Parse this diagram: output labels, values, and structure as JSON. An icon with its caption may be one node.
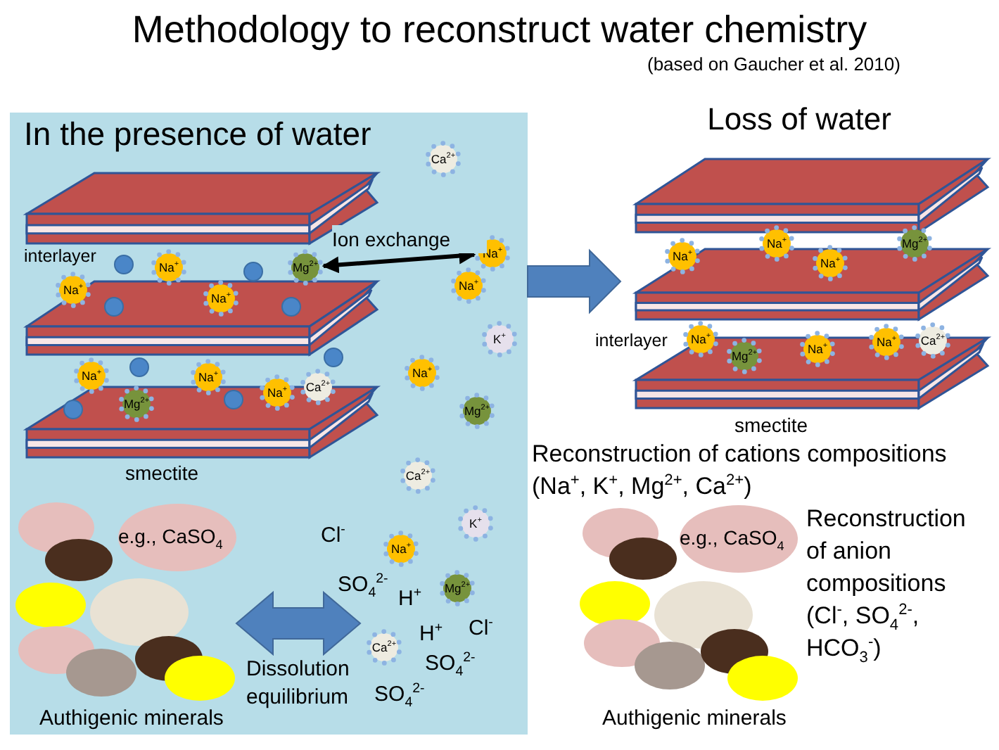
{
  "diagram": {
    "title": "Methodology to reconstruct water chemistry",
    "nodes": [
      {
        "text": [
          "In the presence of water"
        ]
      },
      {
        "text": [
          "Ca$^{2+}$"
        ],
        "in": 0
      },
      {
        "text": [
          "Na$^{+}$"
        ],
        "in": 0
      },
      {
        "text": [
          "Na$^{+}$"
        ],
        "in": 0
      },
      {
        "text": [
          "Mg$^{2+}$"
        ],
        "in": 0
      },
      {
        "text": [
          "Na$^{+}$"
        ],
        "in": 0
      },
      {
        "text": [
          "Na$^{+}$"
        ],
        "in": 0
      },
      {
        "text": [
          "Na$^{+}$"
        ],
        "in": 0
      },
      {
        "text": [
          "K$^{+}$"
        ],
        "in": 0
      },
      {
        "text": [
          "Na$^{+}$"
        ],
        "in": 0
      },
      {
        "text": [
          "Na$^{+}$"
        ],
        "in": 0
      },
      {
        "text": [
          "Na$^{+}$"
        ],
        "in": 0
      },
      {
        "text": [
          "Ca$^{2+}$"
        ],
        "in": 0
      },
      {
        "text": [
          "Na$^{+}$"
        ],
        "in": 0
      },
      {
        "text": [
          "Mg$^{2+}$"
        ],
        "in": 0
      },
      {
        "text": [
          "Mg$^{2+}$"
        ],
        "in": 0
      },
      {
        "text": [
          "Ca$^{2+}$"
        ],
        "in": 0
      },
      {
        "text": [
          "K$^{+}$"
        ],
        "in": 0
      },
      {
        "text": [
          "Na$^{+}$"
        ],
        "in": 0
      },
      {
        "text": [
          "Mg$^{2+}$"
        ],
        "in": 0
      },
      {
        "text": [
          "Ca$^{2+}$"
        ],
        "in": 0
      },
      {
        "text": [],
        "shape": "picture",
        "in": 0,
        "beside": [
          "Authigenic minerals"
        ]
      },
      {
        "text": [
          "e.g., CaSO$_{4}$"
        ],
        "in": 21
      },
      {
        "text": [
          "Na$^{+}$"
        ]
      },
      {
        "text": [
          "Mg$^{2+}$"
        ]
      },
      {
        "text": [
          "Na$^{+}$"
        ]
      },
      {
        "text": [
          "Na$^{+}$"
        ]
      },
      {
        "text": [
          "Na$^{+}$"
        ]
      },
      {
        "text": [
          "Ca$^{2+}$"
        ]
      },
      {
        "text": [
          "Na$^{+}$"
        ]
      },
      {
        "text": [
          "Na$^{+}$"
        ]
      },
      {
        "text": [
          "Mg$^{2+}$"
        ]
      },
      {
        "text": [],
        "shape": "picture",
        "beside": [
          "Authigenic minerals"
        ]
      },
      {
        "text": [
          "e.g., CaSO$_{4}$"
        ],
        "in": 32
      }
    ],
    "edges": [
      {
        "from": 4,
        "to": 2,
        "arrow": "both",
        "label": "Ion exchange"
      },
      {
        "from": 21,
        "to": null,
        "arrow": "both",
        "label": "Dissolution equilibrium",
        "style": "thick",
        "color": "#4f81bd"
      },
      {
        "from": 0,
        "to": null,
        "arrow": "to",
        "style": "thick",
        "color": "#4f81bd"
      }
    ],
    "labels": [
      "(based on Gaucher et al. 2010)",
      "Loss of water",
      "interlayer",
      "smectite",
      "Cl$^{-}$",
      "SO$_{4}$$^{2-}$",
      "H$^{+}$",
      "H$^{+}$",
      "Cl$^{-}$",
      "SO$_{4}$$^{2-}$",
      "SO$_{4}$$^{2-}$",
      "interlayer",
      "smectite",
      "Reconstruction of cations compositions (Na$^{+}$, K$^{+}$, Mg$^{2+}$, Ca$^{2+}$)",
      "Reconstruction of anion compositions (Cl$^{-}$, SO$_{4}$$^{2-}$, HCO$_{3}$$^{-}$)"
    ]
  }
}
